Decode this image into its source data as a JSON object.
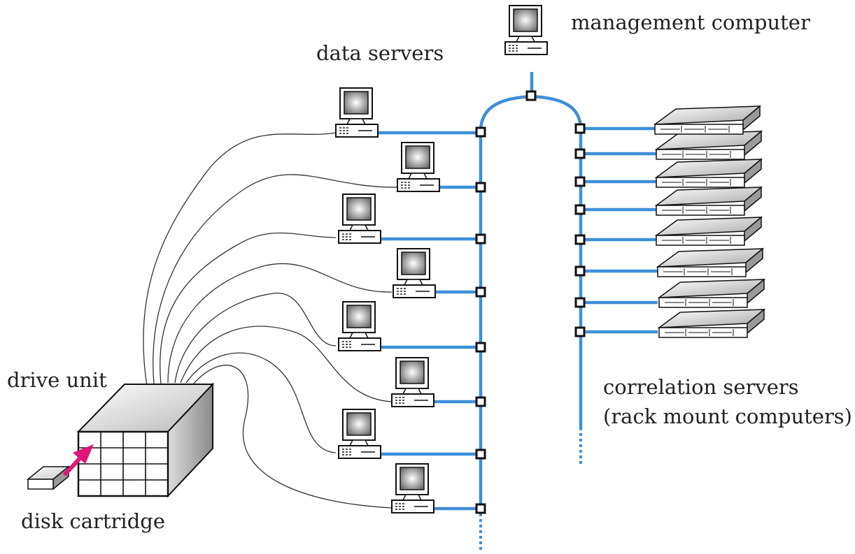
{
  "labels": {
    "management_computer": "management computer",
    "data_servers": "data servers",
    "drive_unit": "drive unit",
    "disk_cartridge": "disk cartridge",
    "correlation_servers_line1": "correlation servers",
    "correlation_servers_line2": "(rack mount computers)"
  },
  "colors": {
    "network": "#3e8fd8",
    "cable": "#333333",
    "arrow": "#e0157a",
    "node_fill": "#ffffff",
    "node_border": "#111111"
  },
  "icons": {
    "management": "desktop-computer-icon",
    "data_server": "desktop-computer-icon",
    "correlation_server": "rack-server-icon",
    "drive": "drive-unit-icon",
    "cartridge": "disk-cartridge-icon"
  },
  "counts": {
    "data_servers": 8,
    "correlation_servers": 8
  }
}
